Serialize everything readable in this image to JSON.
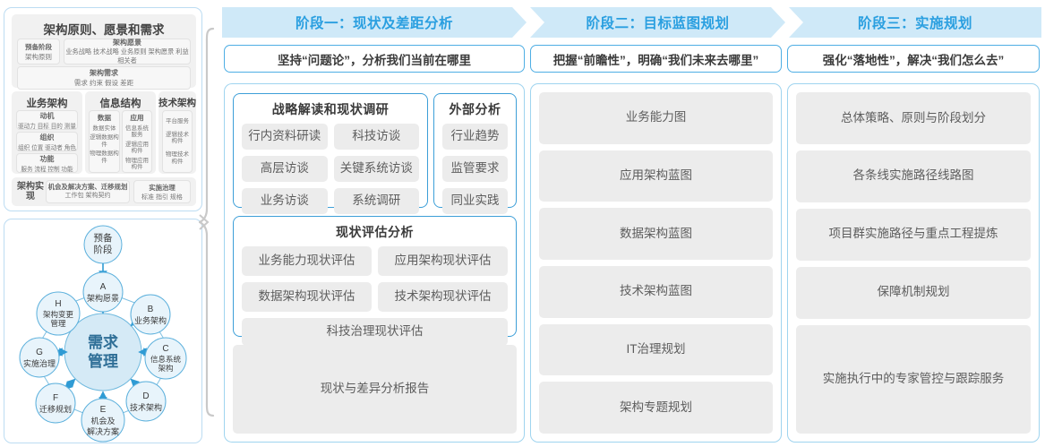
{
  "left_panel": {
    "togaf": {
      "title": "架构原则、愿景和需求",
      "prep": {
        "line1": "预备阶段",
        "line2": "架构原则"
      },
      "vision": {
        "title": "架构愿景",
        "items": "业务战略 技术战略 业务原则 架构愿景 利益相关者"
      },
      "requirements": {
        "title": "架构需求",
        "items": "需求   约束   假设   差距"
      },
      "columns": [
        {
          "title": "业务架构",
          "blocks": [
            {
              "title": "动机",
              "items": "驱动力 目标 目的 测量"
            },
            {
              "title": "组织",
              "items": "组织 位置 驱动者 角色"
            },
            {
              "title": "功能",
              "items": "服务 流程 控制 功能"
            }
          ]
        },
        {
          "title": "信息结构",
          "sub_columns": [
            {
              "title": "数据",
              "items": [
                "数据实体",
                "逻辑数据构件",
                "物理数据构件"
              ]
            },
            {
              "title": "应用",
              "items": [
                "信息系统服务",
                "逻辑应用构件",
                "物理应用构件"
              ]
            }
          ]
        },
        {
          "title": "技术架构",
          "items": [
            "平台服务",
            "逻辑技术构件",
            "物理技术构件"
          ]
        }
      ],
      "realization": {
        "label": "架构实现",
        "blocks": [
          {
            "title": "机会及解决方案、迁移规划",
            "items": "工作包  架构契约"
          },
          {
            "title": "实施治理",
            "items": "标准  指引  规格"
          }
        ]
      }
    },
    "wheel": {
      "center": "需求管理",
      "top": "预备阶段",
      "nodes": [
        {
          "letter": "A",
          "label": "架构愿景"
        },
        {
          "letter": "B",
          "label": "业务架构"
        },
        {
          "letter": "C",
          "label": "信息系统架构"
        },
        {
          "letter": "D",
          "label": "技术架构"
        },
        {
          "letter": "E",
          "label": "机会及解决方案"
        },
        {
          "letter": "F",
          "label": "迁移规划"
        },
        {
          "letter": "G",
          "label": "实施治理"
        },
        {
          "letter": "H",
          "label": "架构变更管理"
        }
      ]
    }
  },
  "phases": [
    {
      "banner": "阶段一：现状及差距分析",
      "subtitle": "坚持“问题论”，分析我们当前在哪里"
    },
    {
      "banner": "阶段二：目标蓝图规划",
      "subtitle": "把握“前瞻性”，明确“我们未来去哪里”"
    },
    {
      "banner": "阶段三：实施规划",
      "subtitle": "强化“落地性”，解决“我们怎么去”"
    }
  ],
  "phase1": {
    "research_box": {
      "title": "战略解读和现状调研",
      "rows": [
        [
          "行内资料研读",
          "科技访谈"
        ],
        [
          "高层访谈",
          "关键系统访谈"
        ],
        [
          "业务访谈",
          "系统调研"
        ]
      ]
    },
    "external_box": {
      "title": "外部分析",
      "items": [
        "行业趋势",
        "监管要求",
        "同业实践"
      ]
    },
    "assessment_box": {
      "title": "现状评估分析",
      "rows": [
        [
          "业务能力现状评估",
          "应用架构现状评估"
        ],
        [
          "数据架构现状评估",
          "技术架构现状评估"
        ]
      ],
      "full_row": "科技治理现状评估"
    },
    "report": "现状与差异分析报告"
  },
  "phase2": {
    "items": [
      "业务能力图",
      "应用架构蓝图",
      "数据架构蓝图",
      "技术架构蓝图",
      "IT治理规划",
      "架构专题规划"
    ]
  },
  "phase3": {
    "items": [
      "总体策略、原则与阶段划分",
      "各条线实施路径线路图",
      "项目群实施路径与重点工程提炼",
      "保障机制规划",
      "实施执行中的专家管控与跟踪服务"
    ]
  },
  "colors": {
    "banner_bg": "#cfe9f8",
    "banner_text": "#2a9fe0",
    "panel_border": "#9fd4ef",
    "inner_border": "#3d9fd8",
    "chip_bg": "#ececec",
    "wheel_node": "#e8f4fb",
    "wheel_stroke": "#4aa8d8"
  }
}
